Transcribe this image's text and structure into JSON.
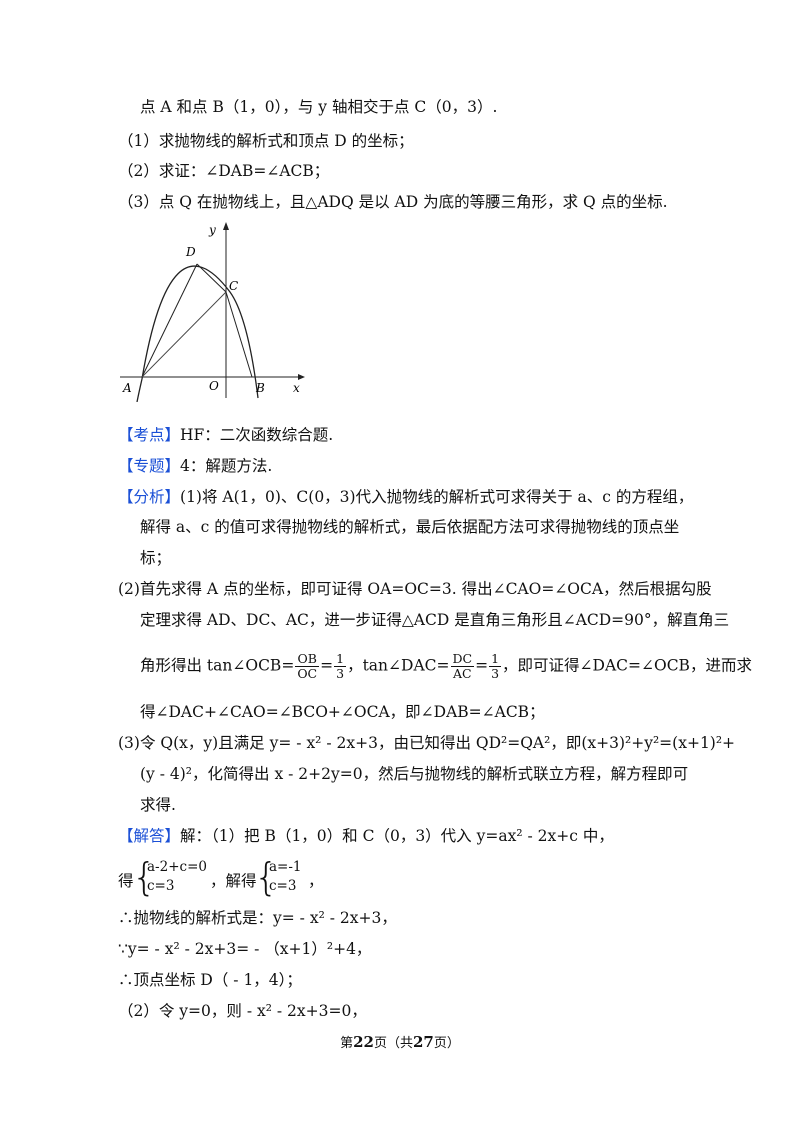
{
  "problem": {
    "line0": "点 A 和点 B（1，0），与 y 轴相交于点 C（0，3）.",
    "q1": "（1）求抛物线的解析式和顶点 D 的坐标；",
    "q2": "（2）求证：∠DAB=∠ACB；",
    "q3": "（3）点 Q 在抛物线上，且△ADQ 是以 AD 为底的等腰三角形，求 Q 点的坐标."
  },
  "figure": {
    "labels": {
      "y": "y",
      "x": "x",
      "D": "D",
      "C": "C",
      "A": "A",
      "O": "O",
      "B": "B"
    }
  },
  "kaodian": {
    "tag": "【考点】",
    "text": "HF：二次函数综合题."
  },
  "zhuanti": {
    "tag": "【专题】",
    "text": "4：解题方法."
  },
  "fenxi": {
    "tag": "【分析】",
    "l1": "(1)将 A(1，0)、C(0，3)代入抛物线的解析式可求得关于 a、c 的方程组，",
    "l2": "解得 a、c 的值可求得抛物线的解析式，最后依据配方法可求得抛物线的顶点坐",
    "l3": "标；",
    "p2l1": "(2)首先求得 A 点的坐标，即可证得 OA=OC=3. 得出∠CAO=∠OCA，然后根据勾股",
    "p2l2": "定理求得 AD、DC、AC，进一步证得△ACD 是直角三角形且∠ACD=90°，解直角三",
    "p2l3a": "角形得出 tan∠OCB=",
    "p2l3b": "，tan∠DAC=",
    "p2l3c": "，即可证得∠DAC=∠OCB，进而求",
    "frac1": {
      "num": "OB",
      "den": "OC",
      "eq": "=",
      "num2": "1",
      "den2": "3"
    },
    "frac2": {
      "num": "DC",
      "den": "AC",
      "eq": "=",
      "num2": "1",
      "den2": "3"
    },
    "p2l4": "得∠DAC+∠CAO=∠BCO+∠OCA，即∠DAB=∠ACB；",
    "p3l1": "(3)令 Q(x，y)且满足 y= - x² - 2x+3，由已知得出 QD²=QA²，即(x+3)²+y²=(x+1)²+",
    "p3l2": "(y - 4)²，化简得出 x - 2+2y=0，然后与抛物线的解析式联立方程，解方程即可",
    "p3l3": "求得."
  },
  "jieda": {
    "tag": "【解答】",
    "l1": "解：（1）把 B（1，0）和 C（0，3）代入 y=ax² - 2x+c 中，",
    "de": "得",
    "sys1a": "a-2+c=0",
    "sys1b": "c=3",
    "mid": "，解得",
    "sys2a": "a=-1",
    "sys2b": "c=3",
    "end": "，",
    "l3": "∴抛物线的解析式是：y= - x² - 2x+3，",
    "l4": "∵y= - x² - 2x+3= - （x+1）²+4，",
    "l5": "∴顶点坐标 D（ - 1，4）；",
    "l6": "（2）令 y=0，则 - x² - 2x+3=0，"
  },
  "footer": {
    "pre": "第",
    "page": "22",
    "mid": "页（共",
    "total": "27",
    "post": "页）"
  }
}
